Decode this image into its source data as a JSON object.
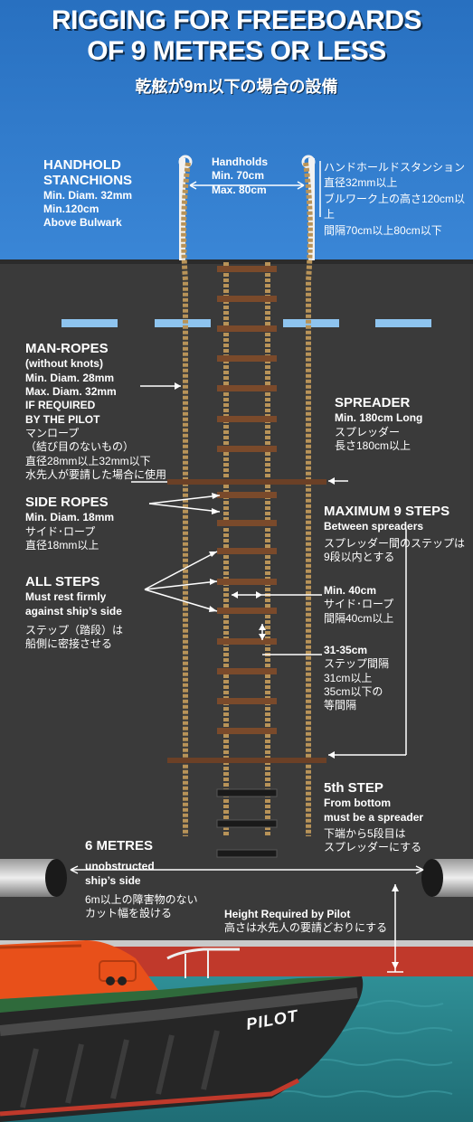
{
  "title": {
    "line1": "RIGGING FOR FREEBOARDS",
    "line2": "OF 9 METRES OR LESS",
    "japanese": "乾舷が9m以下の場合の設備"
  },
  "stanchions": {
    "title": "HANDHOLD STANCHIONS",
    "spec1": "Min. Diam. 32mm",
    "spec2": "Min.120cm",
    "spec3": "Above Bulwark",
    "jp1": "ハンドホールドスタンション",
    "jp2": "直径32mm以上",
    "jp3": "ブルワーク上の高さ120cm以上",
    "jp4": "間隔70cm以上80cm以下"
  },
  "handholds": {
    "title": "Handholds",
    "spec1": "Min. 70cm",
    "spec2": "Max. 80cm"
  },
  "man_ropes": {
    "title": "MAN-ROPES",
    "sub": "(without knots)",
    "spec1": "Min. Diam. 28mm",
    "spec2": "Max. Diam. 32mm",
    "spec3": "IF REQUIRED",
    "spec4": "BY THE PILOT",
    "jp1": "マンロープ",
    "jp2": "（結び目のないもの）",
    "jp3": "直径28mm以上32mm以下",
    "jp4": "水先人が要請した場合に使用"
  },
  "spreader": {
    "title": "SPREADER",
    "spec": "Min. 180cm Long",
    "jp1": "スプレッダー",
    "jp2": "長さ180cm以上"
  },
  "max_steps": {
    "title": "MAXIMUM 9 STEPS",
    "spec": "Between spreaders",
    "jp1": "スプレッダー間のステップは",
    "jp2": "9段以内とする"
  },
  "side_ropes": {
    "title": "SIDE ROPES",
    "spec": "Min. Diam. 18mm",
    "jp1": "サイド･ロープ",
    "jp2": "直径18mm以上"
  },
  "all_steps": {
    "title": "ALL  STEPS",
    "spec1": "Must rest firmly",
    "spec2": "against ship’s side",
    "jp1": "ステップ（踏段）は",
    "jp2": "船側に密接させる"
  },
  "min40": {
    "title": "Min. 40cm",
    "jp1": "サイド･ロープ",
    "jp2": "間隔40cm以上"
  },
  "spacing": {
    "title": "31-35cm",
    "jp1": "ステップ間隔",
    "jp2": "31cm以上",
    "jp3": "35cm以下の",
    "jp4": "等間隔"
  },
  "fifth_step": {
    "title": "5th STEP",
    "spec1": "From bottom",
    "spec2": "must be a spreader",
    "jp1": "下端から5段目は",
    "jp2": "スプレッダーにする"
  },
  "six_metres": {
    "title": "6 METRES",
    "spec1": "unobstructed",
    "spec2": "ship’s side",
    "jp1": "6m以上の障害物のない",
    "jp2": "カット幅を設ける"
  },
  "height": {
    "title": "Height Required by Pilot",
    "jp": "高さは水先人の要請どおりにする"
  },
  "boat": {
    "name": "PILOT"
  },
  "colors": {
    "sky": "#2f78c4",
    "hull": "#3a3a3a",
    "rope": "#b89358",
    "rung": "#7a4a2b",
    "spreader": "#6b4026",
    "rubber": "#1e1e1e",
    "sea": "#2a7f86",
    "pilot_boat": "#e8501a"
  }
}
